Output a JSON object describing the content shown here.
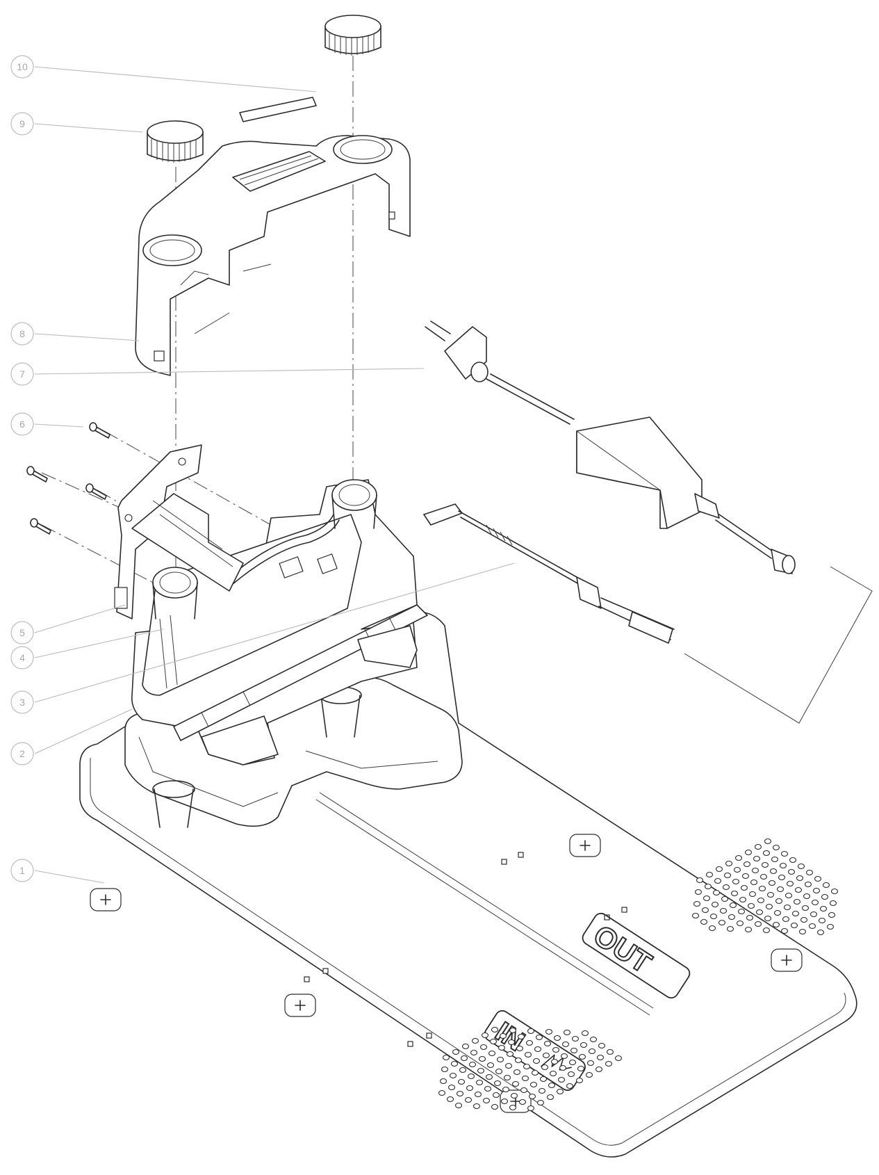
{
  "callouts": [
    {
      "id": 10,
      "label": "10"
    },
    {
      "id": 9,
      "label": "9"
    },
    {
      "id": 8,
      "label": "8"
    },
    {
      "id": 7,
      "label": "7"
    },
    {
      "id": 6,
      "label": "6"
    },
    {
      "id": 5,
      "label": "5"
    },
    {
      "id": 4,
      "label": "4"
    },
    {
      "id": 3,
      "label": "3"
    },
    {
      "id": 2,
      "label": "2"
    },
    {
      "id": 1,
      "label": "1"
    }
  ],
  "base_plate": {
    "marking_in": "IN",
    "marking_out": "OUT"
  },
  "colors": {
    "line": "#2b2b2b",
    "leader": "#b9b9b9",
    "callout_text": "#a8a8a8",
    "background": "#ffffff"
  }
}
